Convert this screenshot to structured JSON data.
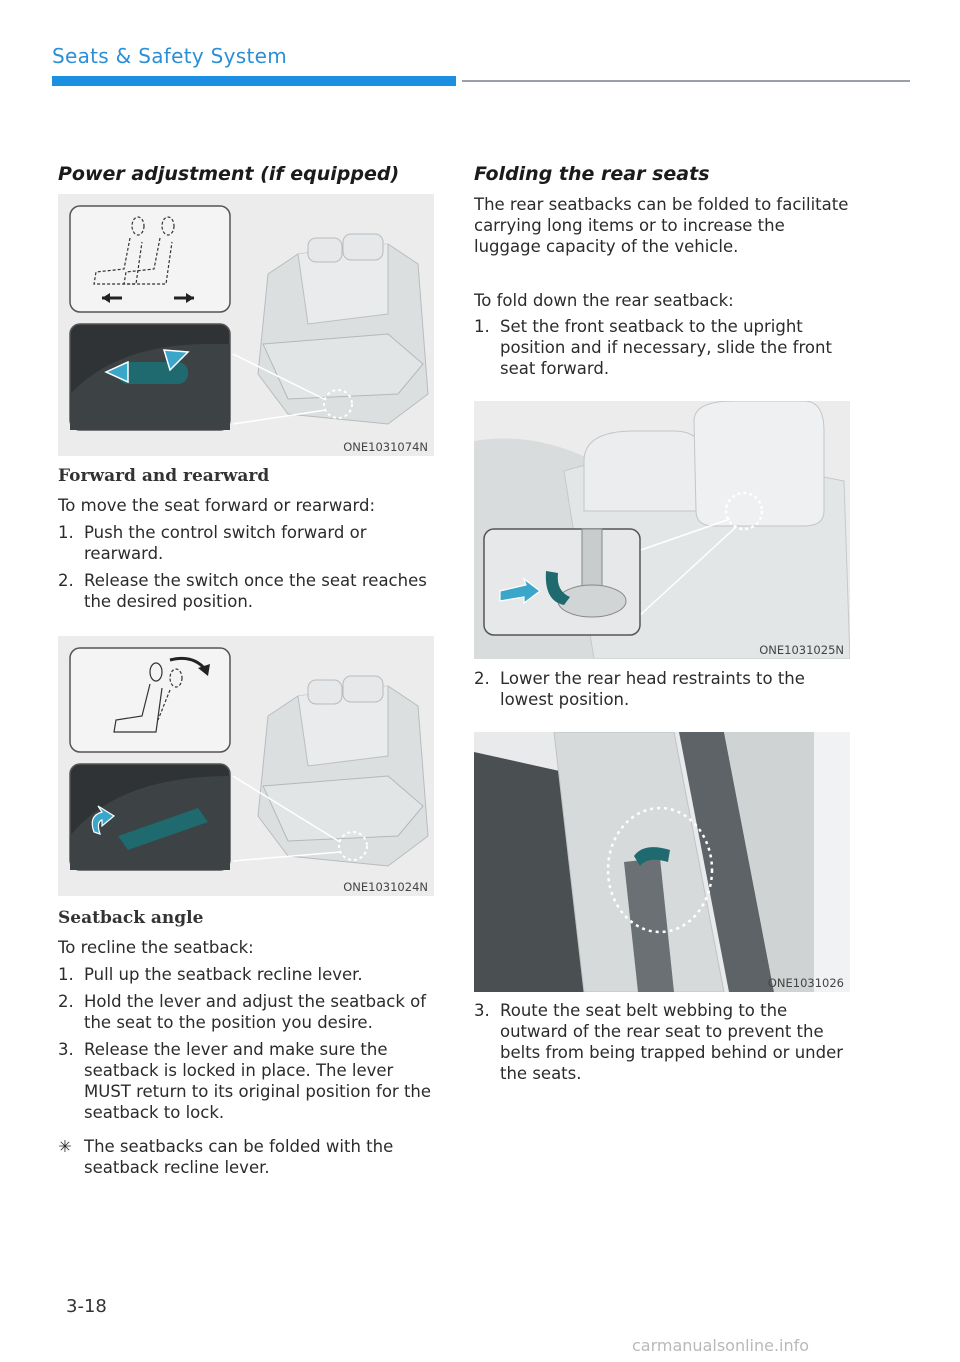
{
  "header": {
    "section": "Seats & Safety System"
  },
  "left": {
    "heading": "Power adjustment (if equipped)",
    "fig1_code": "ONE1031074N",
    "forward": {
      "heading": "Forward and rearward",
      "intro": "To move the seat forward or rearward:",
      "steps": [
        {
          "num": "1.",
          "text": "Push the control switch forward or rearward."
        },
        {
          "num": "2.",
          "text": "Release the switch once the seat reaches the desired position."
        }
      ]
    },
    "fig2_code": "ONE1031024N",
    "seatback": {
      "heading": "Seatback angle",
      "intro": "To recline the seatback:",
      "steps": [
        {
          "num": "1.",
          "text": "Pull up the seatback recline lever."
        },
        {
          "num": "2.",
          "text": "Hold the lever and adjust the seatback of the seat to the position you desire."
        },
        {
          "num": "3.",
          "text": "Release the lever and make sure the seatback is locked in place. The lever MUST return to its original position for the seatback to lock."
        }
      ],
      "note_mark": "✳",
      "note": "The seatbacks can be folded with the seatback recline lever."
    }
  },
  "right": {
    "heading": "Folding the rear seats",
    "intro": "The rear seatbacks can be folded to facilitate carrying long items or to increase the luggage capacity of the vehicle.",
    "intro2": "To fold down the rear seatback:",
    "step1": {
      "num": "1.",
      "text": "Set the front seatback to the upright position and if necessary, slide the front seat forward."
    },
    "fig3_code": "ONE1031025N",
    "step2": {
      "num": "2.",
      "text": "Lower the rear head restraints to the lowest position."
    },
    "fig4_code": "ONE1031026",
    "step3": {
      "num": "3.",
      "text": "Route the seat belt webbing to the outward of the rear seat to prevent the belts from being trapped behind or under the seats."
    }
  },
  "footer": {
    "page": "3-18",
    "watermark": "carmanualsonline.info"
  },
  "colors": {
    "accent": "#1d8fe1",
    "arrow": "#3aa6c9",
    "lever": "#1e6a6e"
  }
}
